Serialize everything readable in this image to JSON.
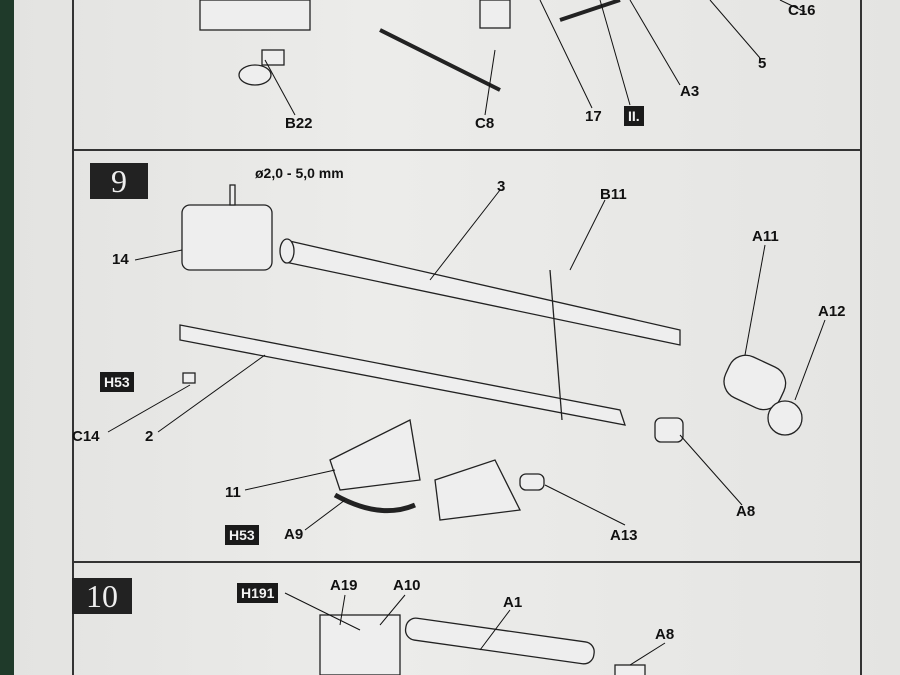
{
  "top_section": {
    "labels": [
      "C16",
      "5",
      "A3",
      "17",
      "B22",
      "C8"
    ],
    "badge": "II."
  },
  "step9": {
    "number": "9",
    "drill_note": "ø2,0 - 5,0 mm",
    "labels": [
      "3",
      "B11",
      "A11",
      "A12",
      "14",
      "C14",
      "2",
      "11",
      "A9",
      "A8",
      "A13"
    ],
    "badges": [
      "H53",
      "H53"
    ]
  },
  "step10": {
    "number": "10",
    "labels": [
      "A19",
      "A10",
      "A1",
      "A8"
    ],
    "badge": "H191"
  }
}
